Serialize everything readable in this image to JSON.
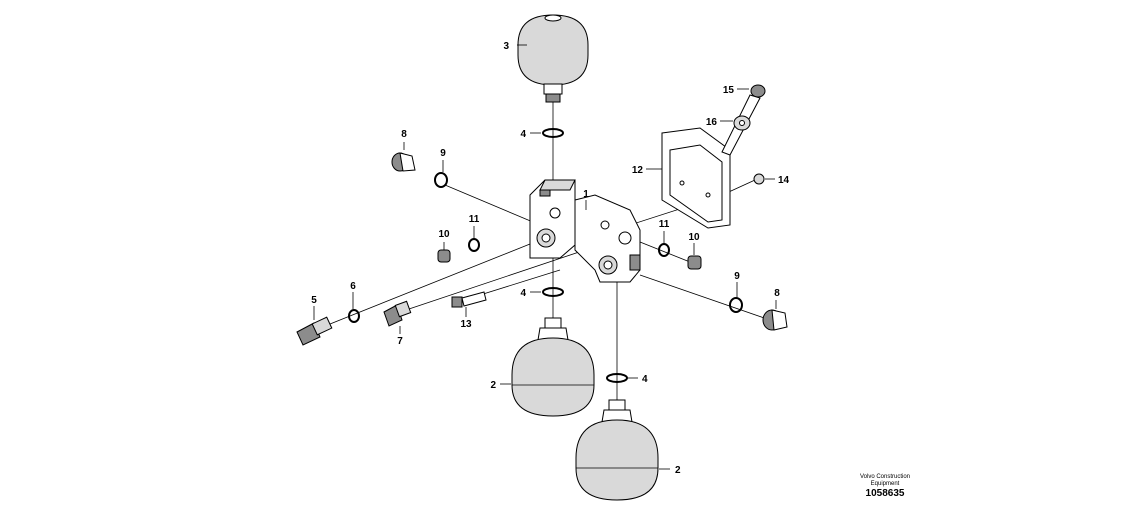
{
  "labels": {
    "l1": "1",
    "l2a": "2",
    "l2b": "2",
    "l3": "3",
    "l4a": "4",
    "l4b": "4",
    "l4c": "4",
    "l5": "5",
    "l6": "6",
    "l7": "7",
    "l8a": "8",
    "l8b": "8",
    "l9a": "9",
    "l9b": "9",
    "l10a": "10",
    "l10b": "10",
    "l11a": "11",
    "l11b": "11",
    "l12": "12",
    "l13": "13",
    "l14": "14",
    "l15": "15",
    "l16": "16"
  },
  "footer": {
    "brand_line1": "Volvo Construction",
    "brand_line2": "Equipment",
    "drawing_number": "1058635"
  },
  "colors": {
    "line": "#000000",
    "shade": "#d9d9d9",
    "background": "#ffffff"
  }
}
